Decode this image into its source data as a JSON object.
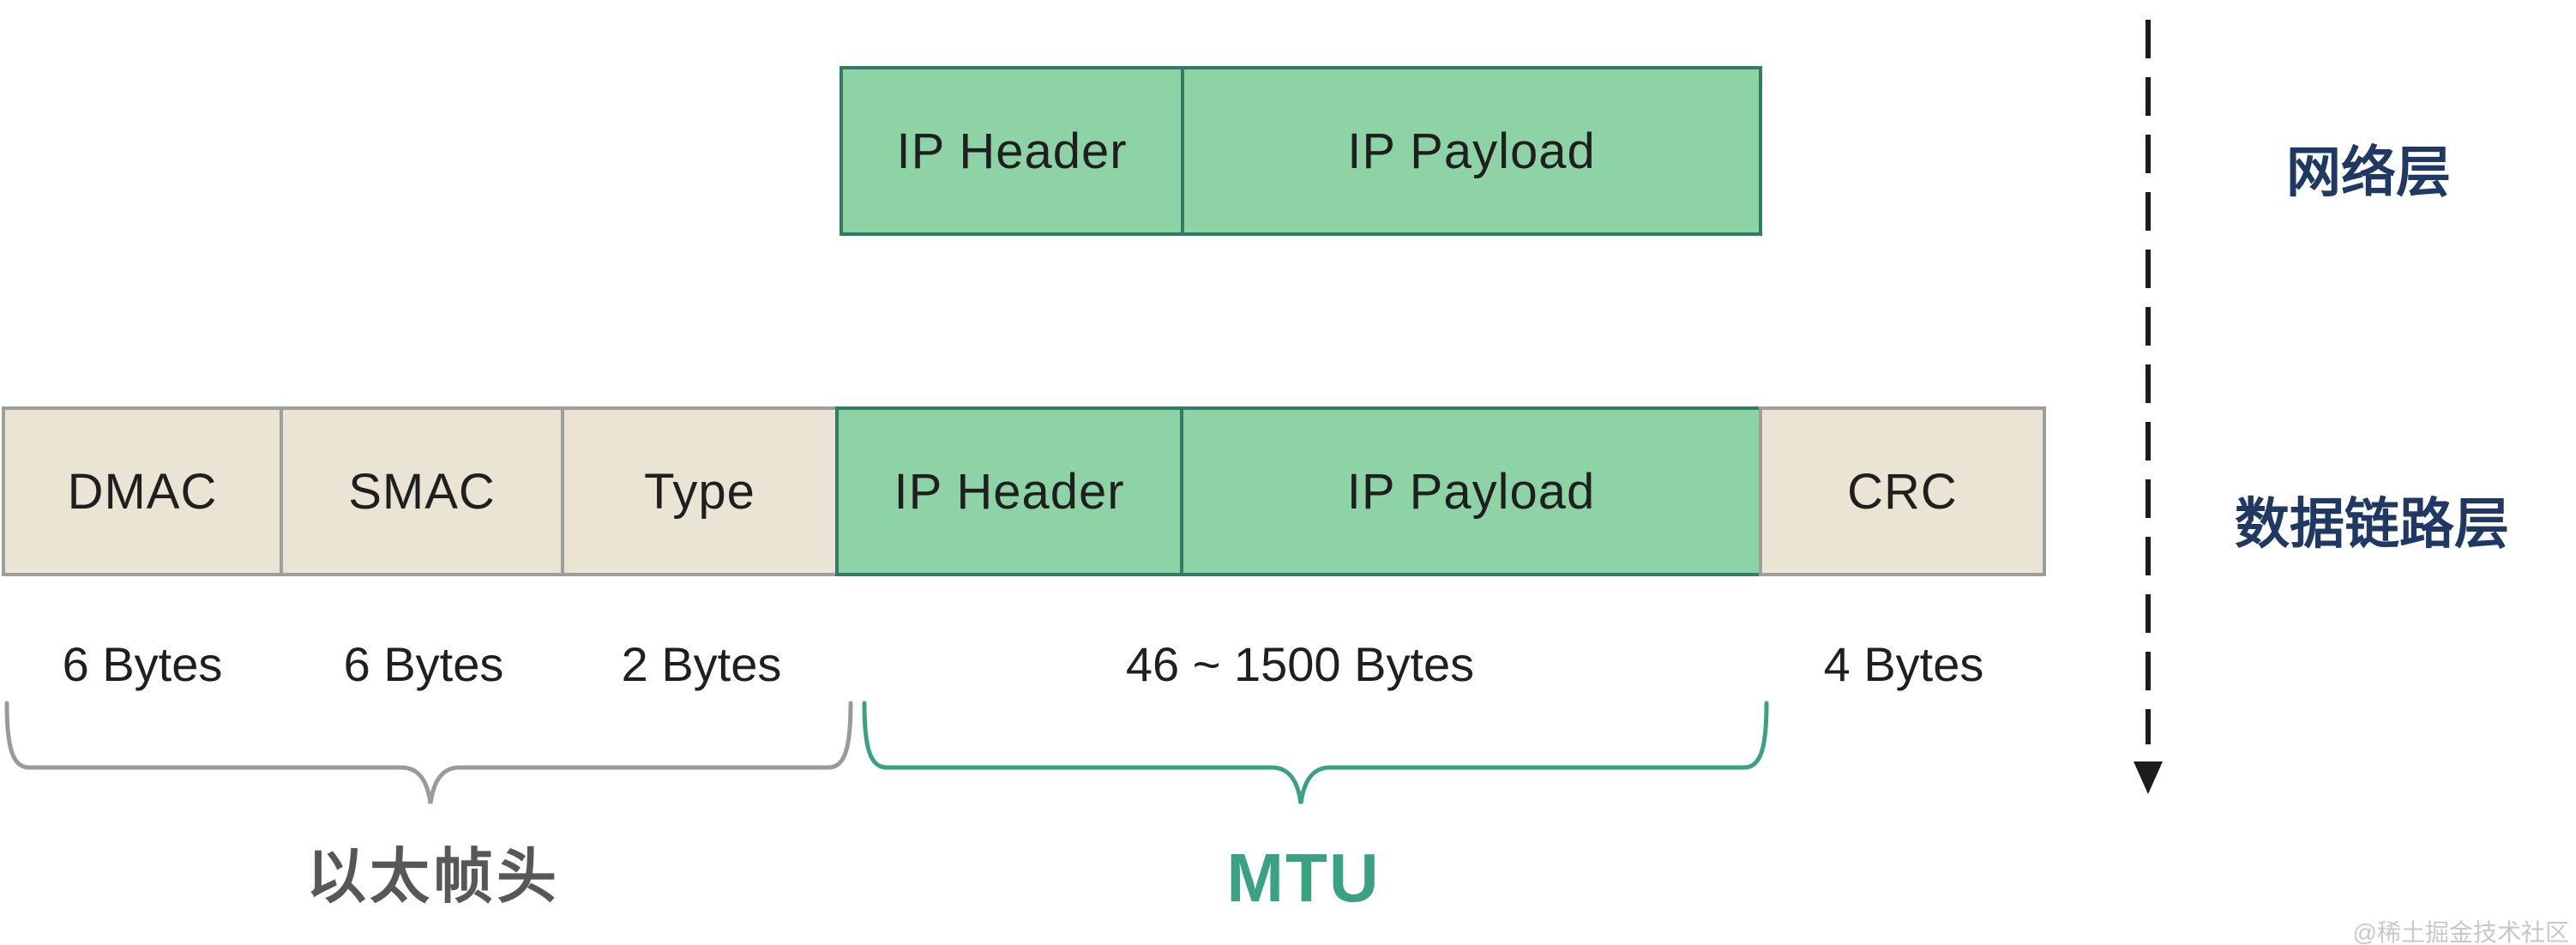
{
  "colors": {
    "green_fill": "#8ed3a6",
    "green_border": "#2e7d64",
    "tan_fill": "#e9e4d4",
    "tan_border": "#9e9e9a",
    "navy_text": "#1f3864",
    "dark_text": "#1f1f1f",
    "brace_gray": "#9a9a9a",
    "brace_green": "#3aa183",
    "header_label_gray": "#575757",
    "dash_black": "#1c1c1c",
    "watermark_gray": "#c8c8c8"
  },
  "network_layer_packet": {
    "cells": [
      {
        "label": "IP Header"
      },
      {
        "label": "IP Payload"
      }
    ]
  },
  "ethernet_frame": {
    "cells": [
      {
        "label": "DMAC"
      },
      {
        "label": "SMAC"
      },
      {
        "label": "Type"
      },
      {
        "label": "IP Header"
      },
      {
        "label": "IP Payload"
      },
      {
        "label": "CRC"
      }
    ]
  },
  "size_labels": [
    "6 Bytes",
    "6 Bytes",
    "2 Bytes",
    "46 ~ 1500 Bytes",
    "4 Bytes"
  ],
  "braces": [
    {
      "label": "以太帧头"
    },
    {
      "label": "MTU"
    }
  ],
  "layer_labels": [
    {
      "label": "网络层"
    },
    {
      "label": "数据链路层"
    }
  ],
  "watermark": "@稀土掘金技术社区"
}
